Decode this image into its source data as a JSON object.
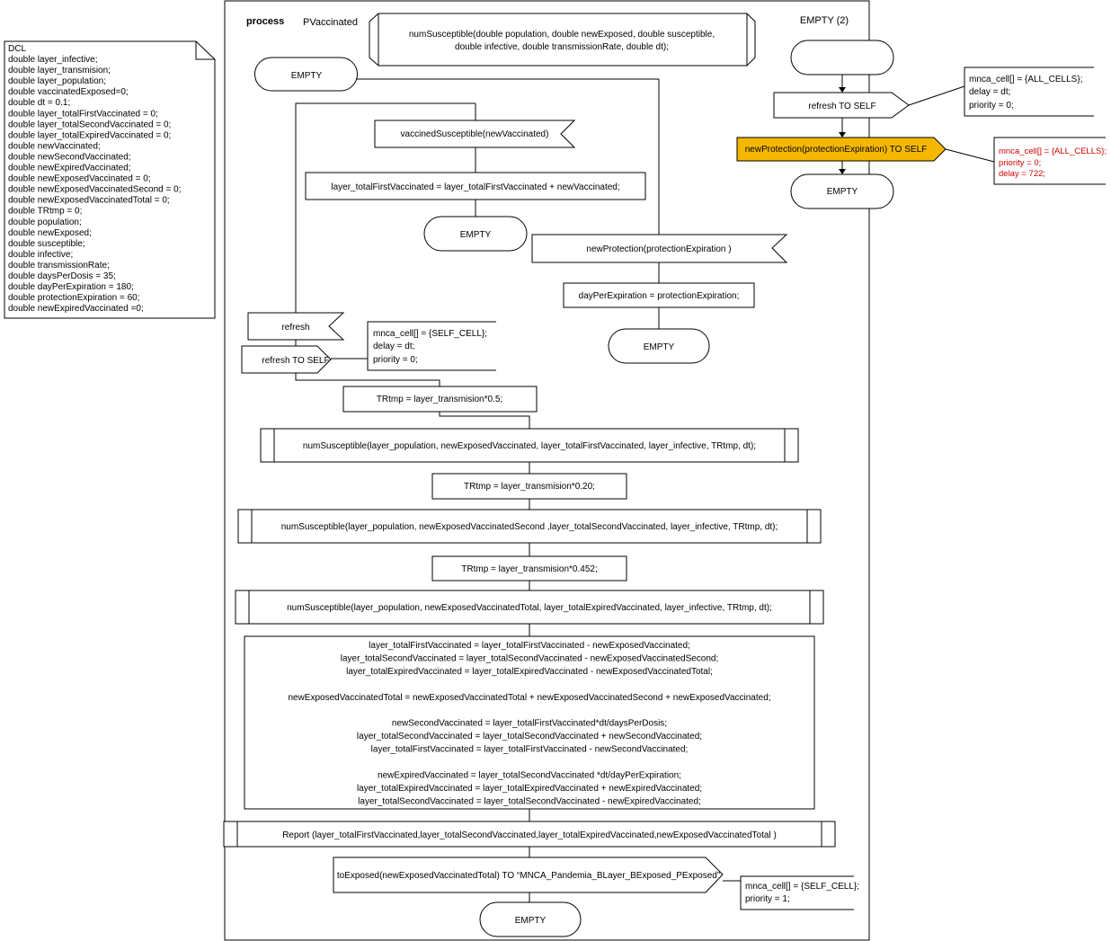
{
  "header": {
    "process_keyword": "process",
    "process_name": "PVaccinated",
    "procedure_decl": [
      "numSusceptible(double population, double newExposed, double susceptible,",
      "double infective, double transmissionRate, double dt);"
    ],
    "empty2_label": "EMPTY (2)"
  },
  "dcl": {
    "title": "DCL",
    "lines": [
      "double layer_infective;",
      "double layer_transmision;",
      "double layer_population;",
      "double vaccinatedExposed=0;",
      "double dt = 0.1;",
      "double layer_totalFirstVaccinated = 0;",
      "double layer_totalSecondVaccinated = 0;",
      "double layer_totalExpiredVaccinated = 0;",
      "double newVaccinated;",
      "double newSecondVaccinated;",
      "double newExpiredVaccinated;",
      "double newExposedVaccinated = 0;",
      "double newExposedVaccinatedSecond = 0;",
      "double newExposedVaccinatedTotal = 0;",
      "double TRtmp = 0;",
      "double population;",
      "double newExposed;",
      "double susceptible;",
      "double infective;",
      "double transmissionRate;",
      "double daysPerDosis = 35;",
      "double dayPerExpiration = 180;",
      "double protectionExpiration = 60;",
      "double newExpiredVaccinated =0;"
    ]
  },
  "main": {
    "start_state": "EMPTY",
    "input_vaccined": "vaccinedSusceptible(newVaccinated)",
    "task_first_vacc": "layer_totalFirstVaccinated = layer_totalFirstVaccinated + newVaccinated;",
    "state_empty_a": "EMPTY",
    "input_new_protection": "newProtection(protectionExpiration )",
    "task_day_per_exp": "dayPerExpiration = protectionExpiration;",
    "state_empty_b": "EMPTY",
    "input_refresh": "refresh",
    "output_refresh_self": "refresh TO SELF",
    "comment_refresh": [
      "mnca_cell[] = {SELF_CELL};",
      "delay = dt;",
      "priority = 0;"
    ],
    "task_trtmp_1": "TRtmp = layer_transmision*0.5;",
    "call_num_1": "numSusceptible(layer_population, newExposedVaccinated, layer_totalFirstVaccinated, layer_infective, TRtmp, dt);",
    "task_trtmp_2": "TRtmp = layer_transmision*0.20;",
    "call_num_2": "numSusceptible(layer_population, newExposedVaccinatedSecond ,layer_totalSecondVaccinated, layer_infective, TRtmp, dt);",
    "task_trtmp_3": "TRtmp = layer_transmision*0.452;",
    "call_num_3": "numSusceptible(layer_population, newExposedVaccinatedTotal, layer_totalExpiredVaccinated, layer_infective, TRtmp, dt);",
    "task_big_lines": [
      "layer_totalFirstVaccinated = layer_totalFirstVaccinated - newExposedVaccinated;",
      "layer_totalSecondVaccinated = layer_totalSecondVaccinated - newExposedVaccinatedSecond;",
      "layer_totalExpiredVaccinated = layer_totalExpiredVaccinated - newExposedVaccinatedTotal;",
      "",
      "newExposedVaccinatedTotal = newExposedVaccinatedTotal + newExposedVaccinatedSecond  + newExposedVaccinated;",
      "",
      "newSecondVaccinated = layer_totalFirstVaccinated*dt/daysPerDosis;",
      "layer_totalSecondVaccinated = layer_totalSecondVaccinated + newSecondVaccinated;",
      "layer_totalFirstVaccinated = layer_totalFirstVaccinated - newSecondVaccinated;",
      "",
      "newExpiredVaccinated = layer_totalSecondVaccinated *dt/dayPerExpiration;",
      "layer_totalExpiredVaccinated = layer_totalExpiredVaccinated + newExpiredVaccinated;",
      "layer_totalSecondVaccinated = layer_totalSecondVaccinated - newExpiredVaccinated;"
    ],
    "call_report": "Report (layer_totalFirstVaccinated,layer_totalSecondVaccinated,layer_totalExpiredVaccinated,newExposedVaccinatedTotal )",
    "output_to_exposed": "toExposed(newExposedVaccinatedTotal) TO “MNCA_Pandemia_BLayer_BExposed_PExposed”",
    "comment_to_exposed": [
      "mnca_cell[] = {SELF_CELL};",
      "priority = 1;"
    ],
    "state_end": "EMPTY"
  },
  "side": {
    "output_refresh_self": "refresh TO SELF",
    "comment_refresh": [
      "mnca_cell[] = {ALL_CELLS};",
      "delay = dt;",
      "priority = 0;"
    ],
    "output_new_protection": "newProtection(protectionExpiration) TO SELF",
    "comment_new_protection": [
      "mnca_cell[] = {ALL_CELLS};",
      "priority = 0;",
      "delay = 722;"
    ],
    "state_end": "EMPTY"
  },
  "colors": {
    "highlight_fill": "#f5b800",
    "comment_red": "#d40000"
  }
}
